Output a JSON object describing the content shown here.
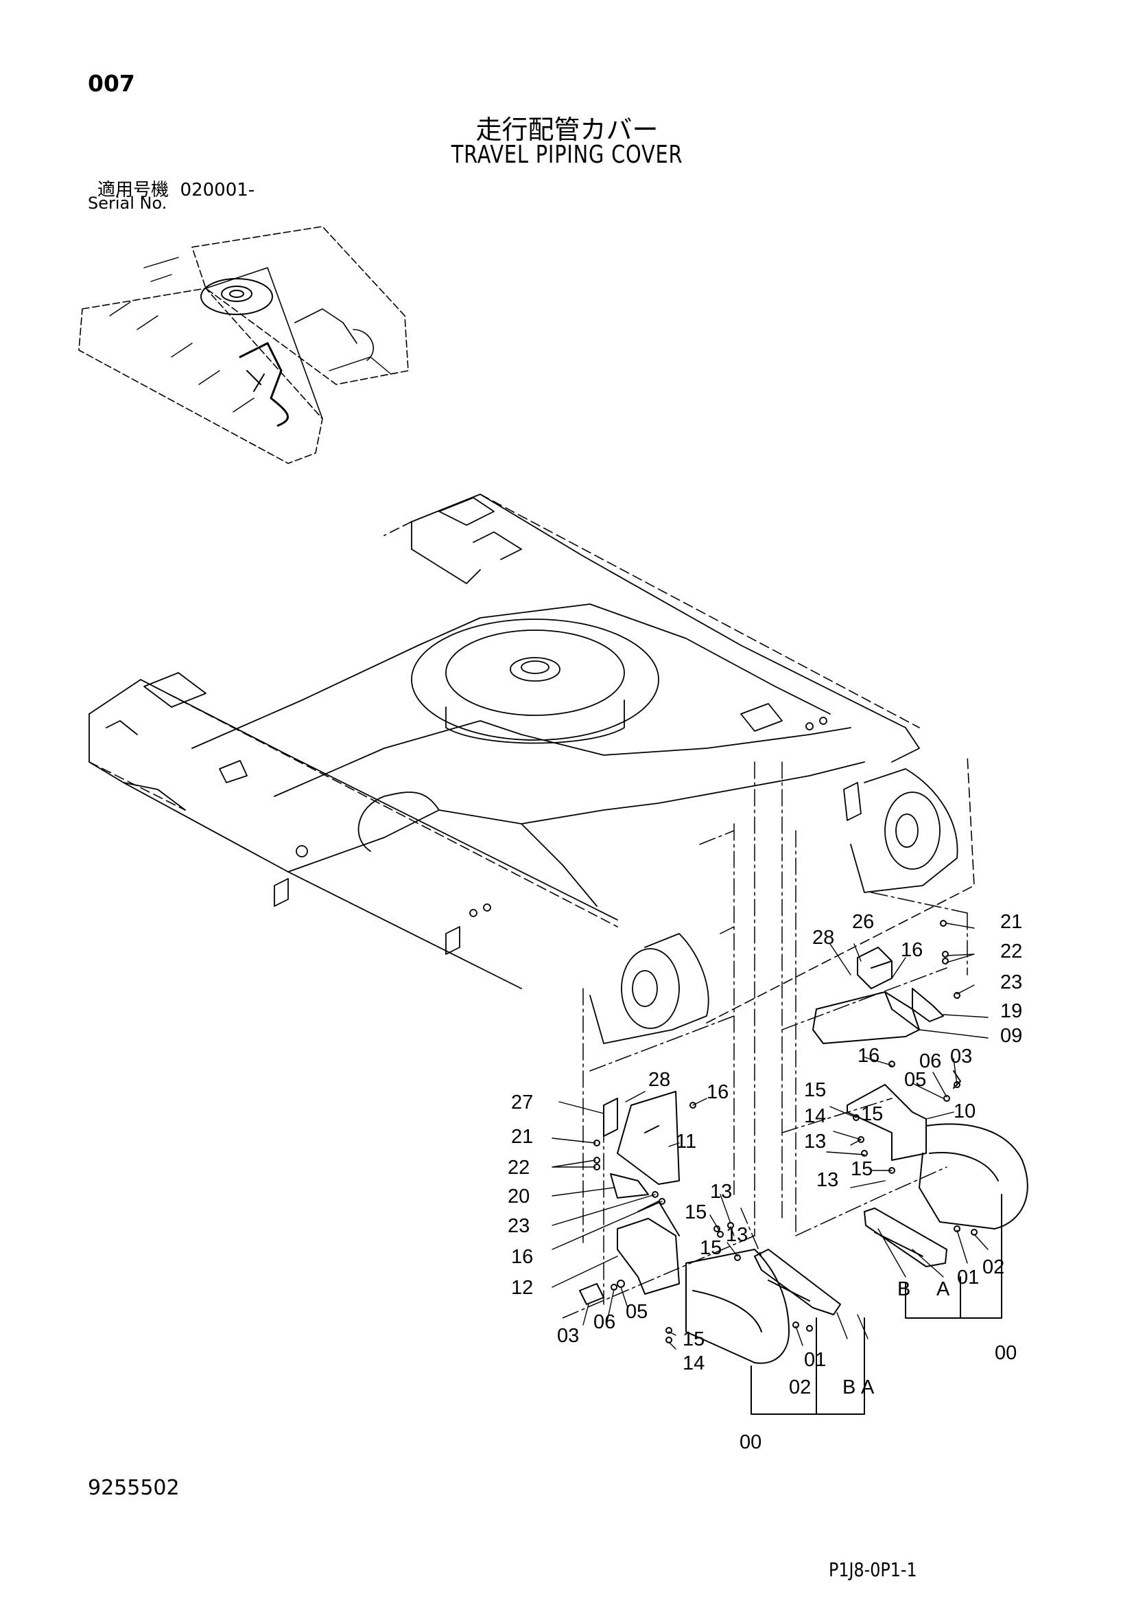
{
  "header": {
    "page_number": "007",
    "title_jp": "走行配管カバー",
    "title_en": "TRAVEL PIPING COVER",
    "serial_label_jp": "適用号機  020001-",
    "serial_label_en": "Serial No."
  },
  "footer": {
    "document_number": "9255502",
    "sheet_code": "P1J8-0P1-1"
  },
  "callouts": {
    "c26": "26",
    "c28a": "28",
    "c16a": "16",
    "c21a": "21",
    "c22a": "22",
    "c23a": "23",
    "c19": "19",
    "c09": "09",
    "c16b": "16",
    "c06a": "06",
    "c03a": "03",
    "c05a": "05",
    "c15a": "15",
    "c15b": "15",
    "c10": "10",
    "c14a": "14",
    "c13a": "13",
    "c15c": "15",
    "c13b": "13",
    "cBa": "B",
    "cAa": "A",
    "c01a": "01",
    "c02a": "02",
    "c00a": "00",
    "c27": "27",
    "c28b": "28",
    "c16c": "16",
    "c21b": "21",
    "c11": "11",
    "c22b": "22",
    "c20": "20",
    "c23b": "23",
    "c13c": "13",
    "c15d": "15",
    "c13d": "13",
    "c16d": "16",
    "c15e": "15",
    "c12": "12",
    "c03b": "03",
    "c06b": "06",
    "c05b": "05",
    "c15f": "15",
    "c14b": "14",
    "c01b": "01",
    "c02b": "02",
    "cBb": "B",
    "cAb": "A",
    "c00b": "00"
  }
}
